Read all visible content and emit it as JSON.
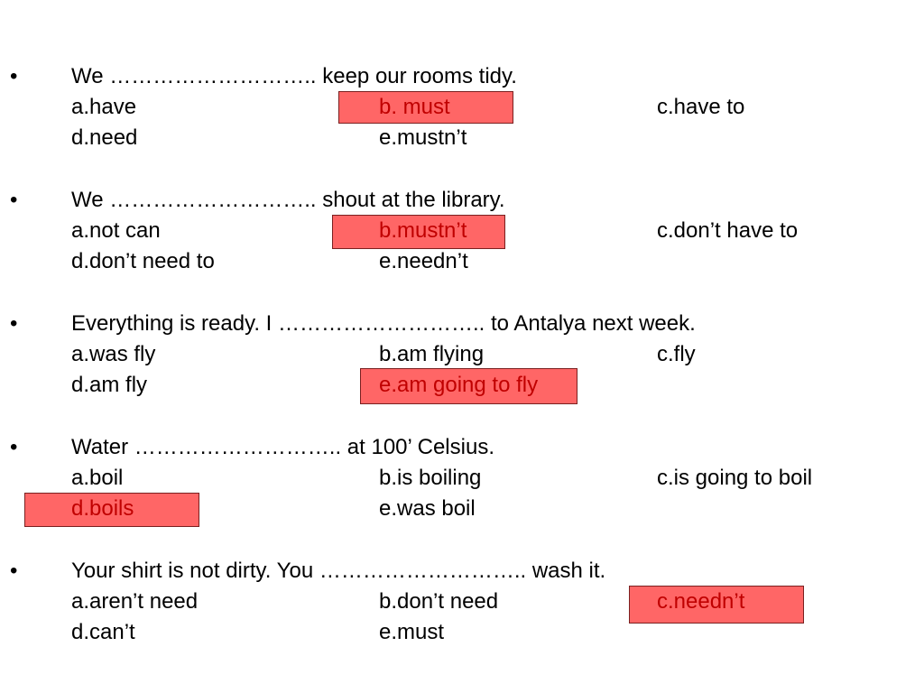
{
  "bullet": "•",
  "questions": [
    {
      "stem": "We ……………………….. keep our rooms tidy.",
      "options": [
        "a.have",
        "b. must",
        "c.have to",
        "d.need",
        "e.mustn’t"
      ],
      "answer": "b. must"
    },
    {
      "stem": "We ……………………….. shout at the library.",
      "options": [
        "a.not can",
        "b.mustn’t",
        "c.don’t have to",
        "d.don’t need to",
        "e.needn’t"
      ],
      "answer": "b.mustn’t"
    },
    {
      "stem": "Everything is ready. I ……………………….. to Antalya next week.",
      "options": [
        "a.was fly",
        "b.am flying",
        "c.fly",
        "d.am fly",
        "e.am going to fly"
      ],
      "answer": "e.am going to fly"
    },
    {
      "stem": "Water ……………………….. at 100’ Celsius.",
      "options": [
        "a.boil",
        "b.is boiling",
        "c.is going to boil",
        "d.boils",
        "e.was boil"
      ],
      "answer": "d.boils"
    },
    {
      "stem": "Your shirt is not dirty. You ………………………..  wash it.",
      "options": [
        "a.aren’t need",
        "b.don’t need",
        "c.needn’t",
        "d.can’t",
        "e.must"
      ],
      "answer": "c.needn’t"
    }
  ],
  "colors": {
    "highlight_fill": "#ff6666",
    "correct_text": "#c00000"
  }
}
